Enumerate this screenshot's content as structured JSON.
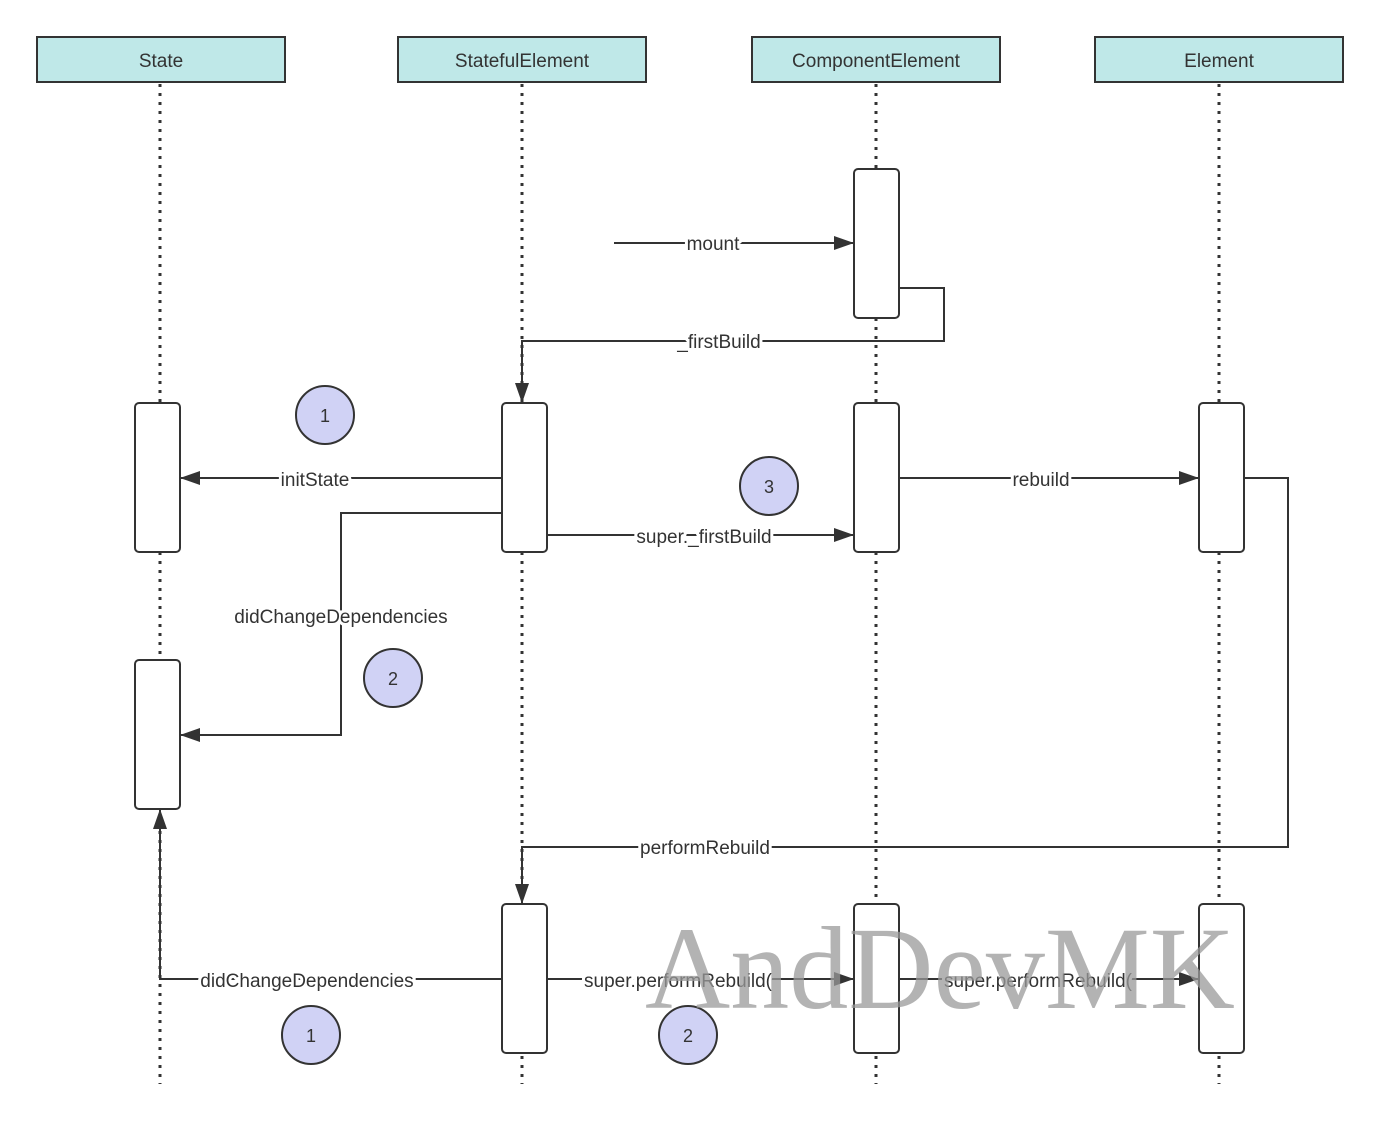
{
  "lifelines": [
    {
      "id": "state",
      "label": "State"
    },
    {
      "id": "stateful",
      "label": "StatefulElement"
    },
    {
      "id": "component",
      "label": "ComponentElement"
    },
    {
      "id": "element",
      "label": "Element"
    }
  ],
  "messages": {
    "mount": "mount",
    "first_build": "_firstBuild",
    "init_state": "initState",
    "super_first_build": "super._firstBuild",
    "rebuild": "rebuild",
    "did_change_dependencies_1": "didChangeDependencies",
    "perform_rebuild": "performRebuild",
    "did_change_dependencies_2": "didChangeDependencies",
    "super_perform_rebuild_1": "super.performRebuild(",
    "super_perform_rebuild_2": "super.performRebuild("
  },
  "step_badges": {
    "badge_init_state": "1",
    "badge_super_first_build": "3",
    "badge_did_change": "2",
    "badge_did_change_bottom": "1",
    "badge_super_perform_rebuild": "2"
  },
  "watermark": "AndDevMK",
  "colors": {
    "header_fill": "#bfe8e8",
    "badge_fill": "#d0d2f5",
    "line": "#333333"
  }
}
